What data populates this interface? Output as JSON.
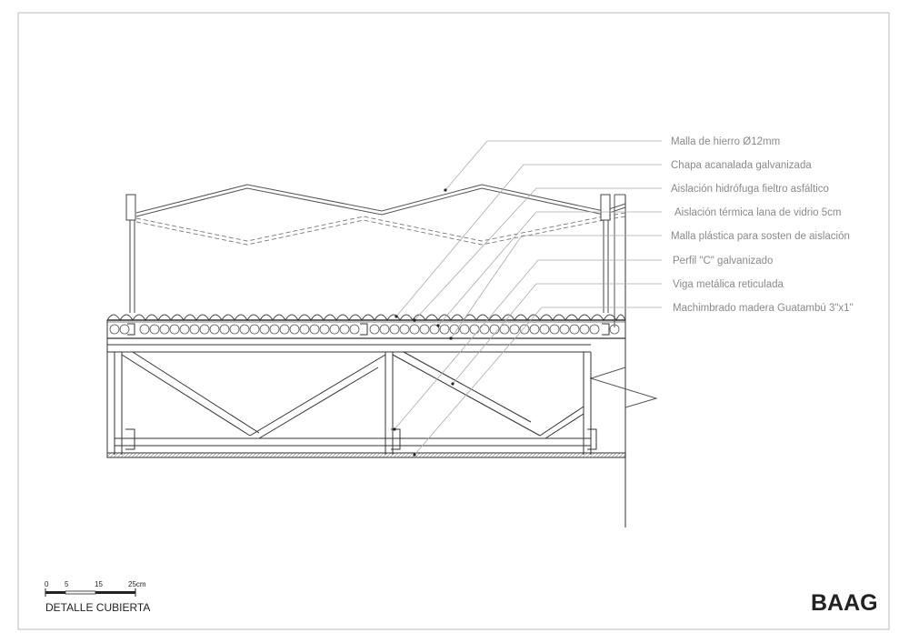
{
  "labels": [
    "Malla de hierro Ø12mm",
    "Chapa acanalada galvanizada",
    "Aislación hidrófuga fieltro asfáltico",
    "Aislación térmica lana de vidrio 5cm",
    "Malla plástica para sosten de aislación",
    "Perfil \"C\" galvanizado",
    "Viga metálica reticulada",
    "Machimbrado madera Guatambú 3\"x1\""
  ],
  "scale": {
    "ticks": [
      "0",
      "5",
      "15",
      "25cm"
    ]
  },
  "drawing_title": "DETALLE CUBIERTA",
  "logo": "BAAG"
}
